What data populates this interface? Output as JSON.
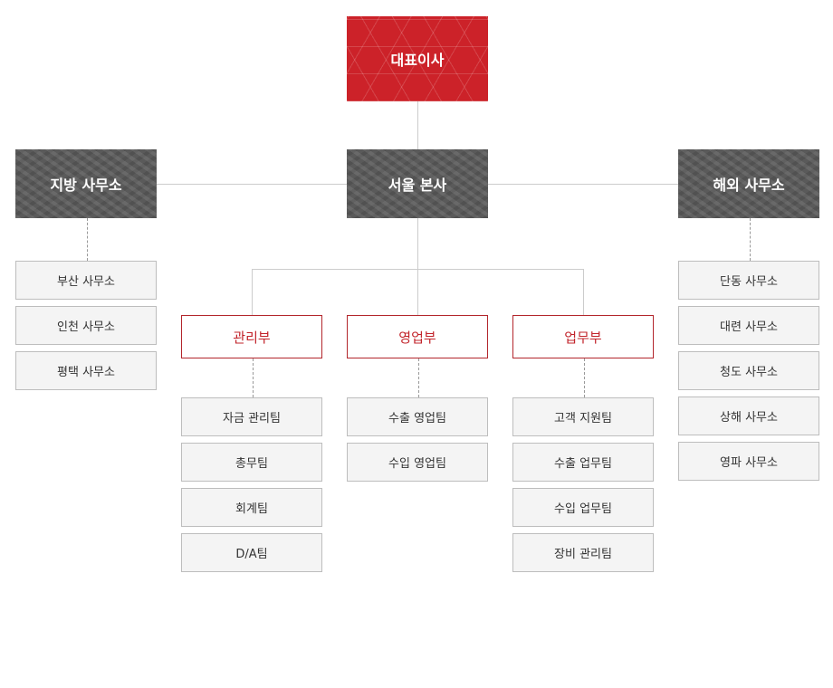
{
  "ceo": "대표이사",
  "hq": "서울 본사",
  "regional": {
    "title": "지방 사무소",
    "items": [
      "부산 사무소",
      "인천 사무소",
      "평택 사무소"
    ]
  },
  "overseas": {
    "title": "해외 사무소",
    "items": [
      "단동 사무소",
      "대련 사무소",
      "청도 사무소",
      "상해 사무소",
      "영파 사무소"
    ]
  },
  "departments": [
    {
      "name": "관리부",
      "teams": [
        "자금 관리팀",
        "총무팀",
        "회계팀",
        "D/A팀"
      ]
    },
    {
      "name": "영업부",
      "teams": [
        "수출 영업팀",
        "수입 영업팀"
      ]
    },
    {
      "name": "업무부",
      "teams": [
        "고객 지원팀",
        "수출 업무팀",
        "수입 업무팀",
        "장비 관리팀"
      ]
    }
  ],
  "colors": {
    "ceo_fill": "#cc2229",
    "office_fill": "#5a5a5a",
    "dept_border": "#b3262c",
    "dept_text": "#c2242b",
    "team_fill": "#f4f4f4"
  }
}
